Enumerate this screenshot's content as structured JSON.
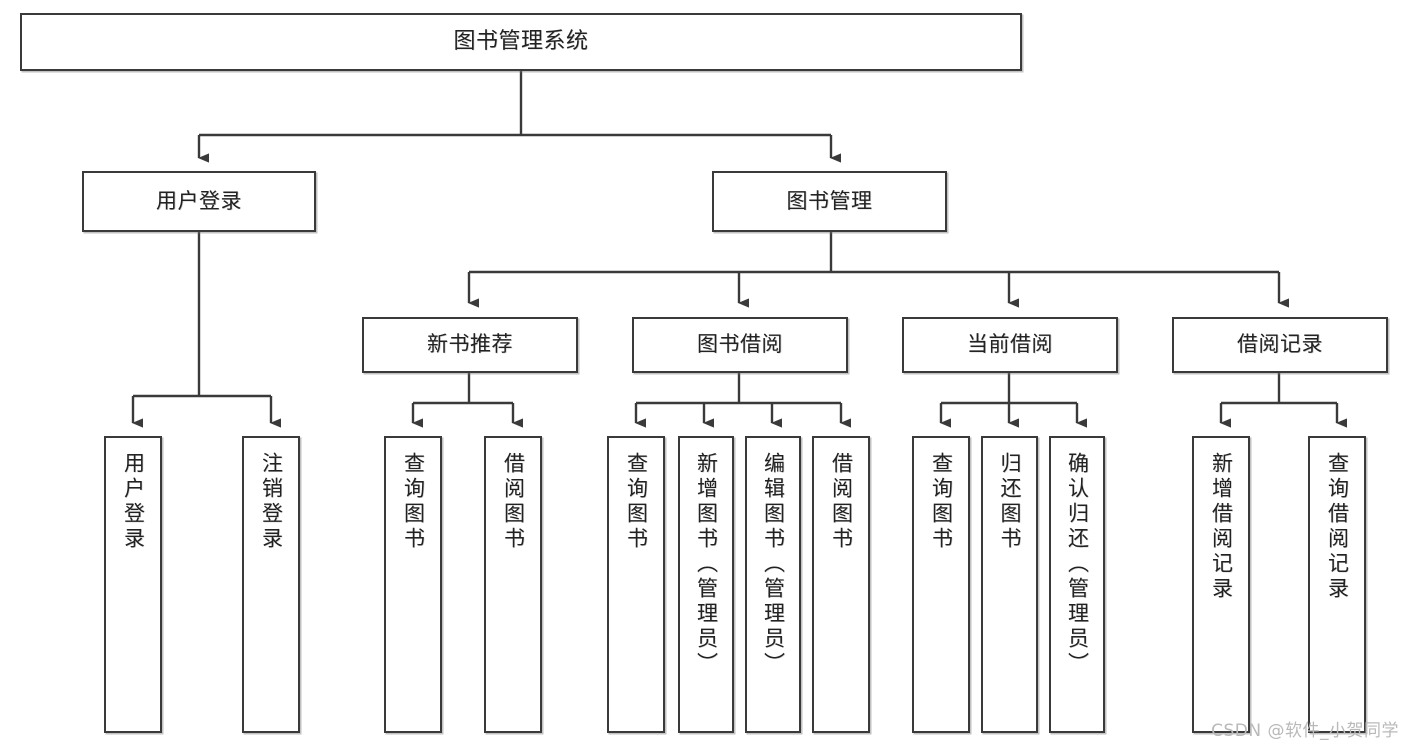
{
  "diagram": {
    "title": "图书管理系统",
    "watermark": "CSDN @软件_小贺同学",
    "line_color": "#3a3a3a",
    "box_fill": "#ffffff",
    "text_color": "#222222",
    "levels": {
      "root": {
        "label": "图书管理系统"
      },
      "level2": [
        {
          "label": "用户登录"
        },
        {
          "label": "图书管理"
        }
      ],
      "level3": [
        {
          "label": "新书推荐"
        },
        {
          "label": "图书借阅"
        },
        {
          "label": "当前借阅"
        },
        {
          "label": "借阅记录"
        }
      ],
      "leaves": [
        {
          "label": "用户登录",
          "parent": "用户登录"
        },
        {
          "label": "注销登录",
          "parent": "用户登录"
        },
        {
          "label": "查询图书",
          "parent": "新书推荐"
        },
        {
          "label": "借阅图书",
          "parent": "新书推荐"
        },
        {
          "label": "查询图书",
          "parent": "图书借阅"
        },
        {
          "label": "新增图书（管理员）",
          "parent": "图书借阅"
        },
        {
          "label": "编辑图书（管理员）",
          "parent": "图书借阅"
        },
        {
          "label": "借阅图书",
          "parent": "图书借阅"
        },
        {
          "label": "查询图书",
          "parent": "当前借阅"
        },
        {
          "label": "归还图书",
          "parent": "当前借阅"
        },
        {
          "label": "确认归还（管理员）",
          "parent": "当前借阅"
        },
        {
          "label": "新增借阅记录",
          "parent": "借阅记录"
        },
        {
          "label": "查询借阅记录",
          "parent": "借阅记录"
        }
      ]
    }
  }
}
